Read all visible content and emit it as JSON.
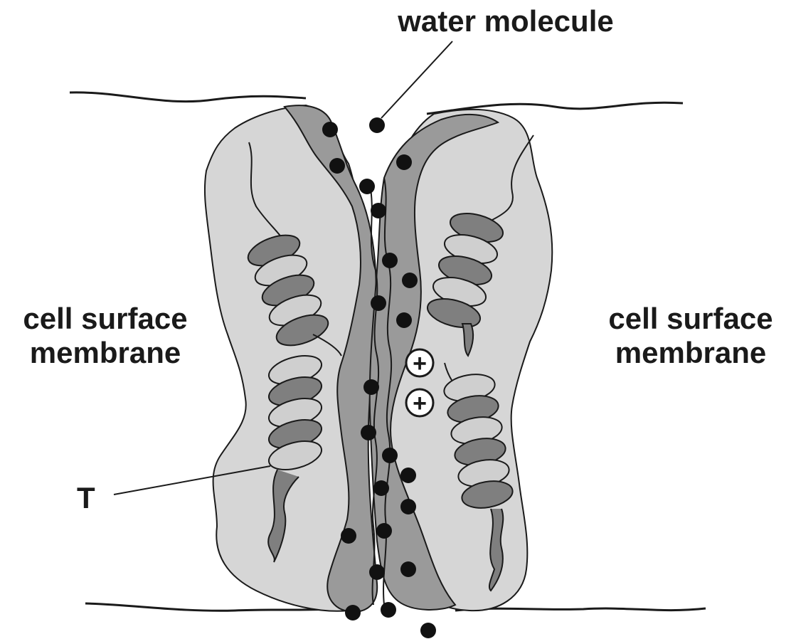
{
  "labels": {
    "water_molecule": "water molecule",
    "left_membrane": [
      "cell surface",
      "membrane"
    ],
    "right_membrane": [
      "cell surface",
      "membrane"
    ],
    "t_label": "T"
  },
  "ions": {
    "symbol": "+",
    "count": 2
  },
  "colors": {
    "protein_light": "#d6d6d6",
    "protein_dark": "#9a9a9a",
    "helix_dark": "#7f7f7f",
    "helix_light": "#cfcfcf",
    "outline": "#1a1a1a",
    "molecule": "#111111"
  }
}
